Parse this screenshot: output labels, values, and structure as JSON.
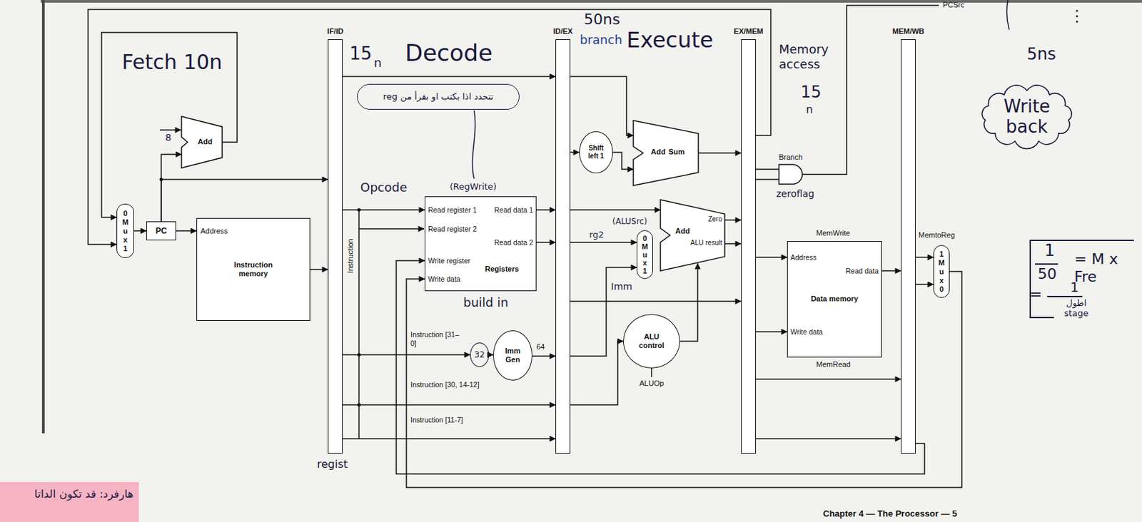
{
  "diagram": {
    "nodes": [
      {
        "text": [
          "0 M u x 1"
        ]
      },
      {
        "text": [
          "PC"
        ]
      },
      {
        "text": [
          "Add"
        ]
      },
      {
        "text": [
          "Address",
          "Instruction memory"
        ]
      },
      {
        "text": [
          "IF/ID"
        ]
      },
      {
        "text": [
          "تتحدد اذا بكتب او بقرأ من reg"
        ]
      },
      {
        "text": [
          "Read register 1",
          "Read register 2",
          "Write register",
          "Write data",
          "Registers",
          "Read data 1",
          "Read data 2"
        ]
      },
      {
        "text": [
          "32"
        ]
      },
      {
        "text": [
          "Imm Gen"
        ]
      },
      {
        "text": [
          "ID/EX"
        ]
      },
      {
        "text": [
          "Shift left 1"
        ]
      },
      {
        "text": [
          "Add",
          "Sum"
        ]
      },
      {
        "text": [
          "0 M u x 1"
        ]
      },
      {
        "text": [
          "Add",
          "Zero",
          "ALU result"
        ]
      },
      {
        "text": [
          "ALU control"
        ]
      },
      {
        "text": [
          "EX/MEM"
        ]
      },
      {
        "text": [
          "Address",
          "Read data",
          "Data memory",
          "Write data"
        ]
      },
      {
        "text": [
          "MEM/WB"
        ]
      },
      {
        "text": [
          "1 M u x 0"
        ]
      },
      {
        "text": [
          "Write back"
        ]
      },
      {
        "text": [
          "1",
          "50",
          "= M x Fre",
          "=",
          "1",
          "اطول stage"
        ]
      },
      {
        "text": [
          "هارفرد: قد تكون الداتا"
        ]
      }
    ],
    "edges": [
      {
        "from": 0,
        "to": 1,
        "arrow": "to"
      },
      {
        "from": 1,
        "to": 3,
        "arrow": "to"
      },
      {
        "from": 1,
        "to": 2,
        "arrow": "to"
      },
      {
        "from": 2,
        "to": 0,
        "arrow": "to"
      },
      {
        "from": 15,
        "to": 0,
        "arrow": "to"
      },
      {
        "from": 3,
        "to": 4,
        "arrow": "to"
      },
      {
        "from": 1,
        "to": 4,
        "arrow": "to"
      },
      {
        "from": 4,
        "to": 6,
        "arrow": "to"
      },
      {
        "from": 4,
        "to": 7,
        "arrow": "to"
      },
      {
        "from": 7,
        "to": 8,
        "arrow": "to"
      },
      {
        "from": 4,
        "to": 9,
        "arrow": "to"
      },
      {
        "from": 6,
        "to": 9,
        "arrow": "to"
      },
      {
        "from": 6,
        "to": 9,
        "arrow": "to"
      },
      {
        "from": 8,
        "to": 9,
        "arrow": "to"
      },
      {
        "from": 4,
        "to": 9,
        "arrow": "to"
      },
      {
        "from": 4,
        "to": 9,
        "arrow": "to"
      },
      {
        "from": 9,
        "to": 10,
        "arrow": "to"
      },
      {
        "from": 10,
        "to": 11,
        "arrow": "to"
      },
      {
        "from": 9,
        "to": 11,
        "arrow": "to"
      },
      {
        "from": 11,
        "to": 15,
        "arrow": "to"
      },
      {
        "from": 9,
        "to": 13,
        "arrow": "to"
      },
      {
        "from": 9,
        "to": 12,
        "arrow": "to"
      },
      {
        "from": 9,
        "to": 12,
        "arrow": "to"
      },
      {
        "from": 9,
        "to": 15,
        "arrow": "to"
      },
      {
        "from": 9,
        "to": 14,
        "arrow": "to"
      },
      {
        "from": 14,
        "to": 13,
        "arrow": "to"
      },
      {
        "from": 13,
        "to": 15,
        "arrow": "to"
      },
      {
        "from": 13,
        "to": 15,
        "arrow": "to"
      },
      {
        "from": 15,
        "to": 16,
        "arrow": "to"
      },
      {
        "from": 15,
        "to": 16,
        "arrow": "to"
      },
      {
        "from": 15,
        "to": 17,
        "arrow": "to"
      },
      {
        "from": 16,
        "to": 17,
        "arrow": "to"
      },
      {
        "from": 15,
        "to": 17,
        "arrow": "to"
      },
      {
        "from": 17,
        "to": 18,
        "arrow": "to"
      },
      {
        "from": 17,
        "to": 18,
        "arrow": "to"
      },
      {
        "from": 18,
        "to": 6,
        "arrow": "to"
      },
      {
        "from": 17,
        "to": 6,
        "arrow": "to"
      }
    ],
    "labels": [
      "PCSrc",
      "Fetch 10n",
      "8",
      "15",
      "n",
      "Decode",
      "50ns",
      "branch",
      "Execute",
      "Memory access",
      "15",
      "n",
      "5ns",
      "Instruction",
      "Opcode",
      "(RegWrite)",
      "build in",
      "Instruction [31–0]",
      "64",
      "Instruction [30, 14-12]",
      "Instruction [11-7]",
      "ALUOp",
      "(ALUSrc)",
      "rg2",
      "Imm",
      "Branch",
      "zeroflag",
      "MemWrite",
      "MemRead",
      "MemtoReg",
      "regist",
      "Chapter 4 — The Processor — 5"
    ]
  }
}
